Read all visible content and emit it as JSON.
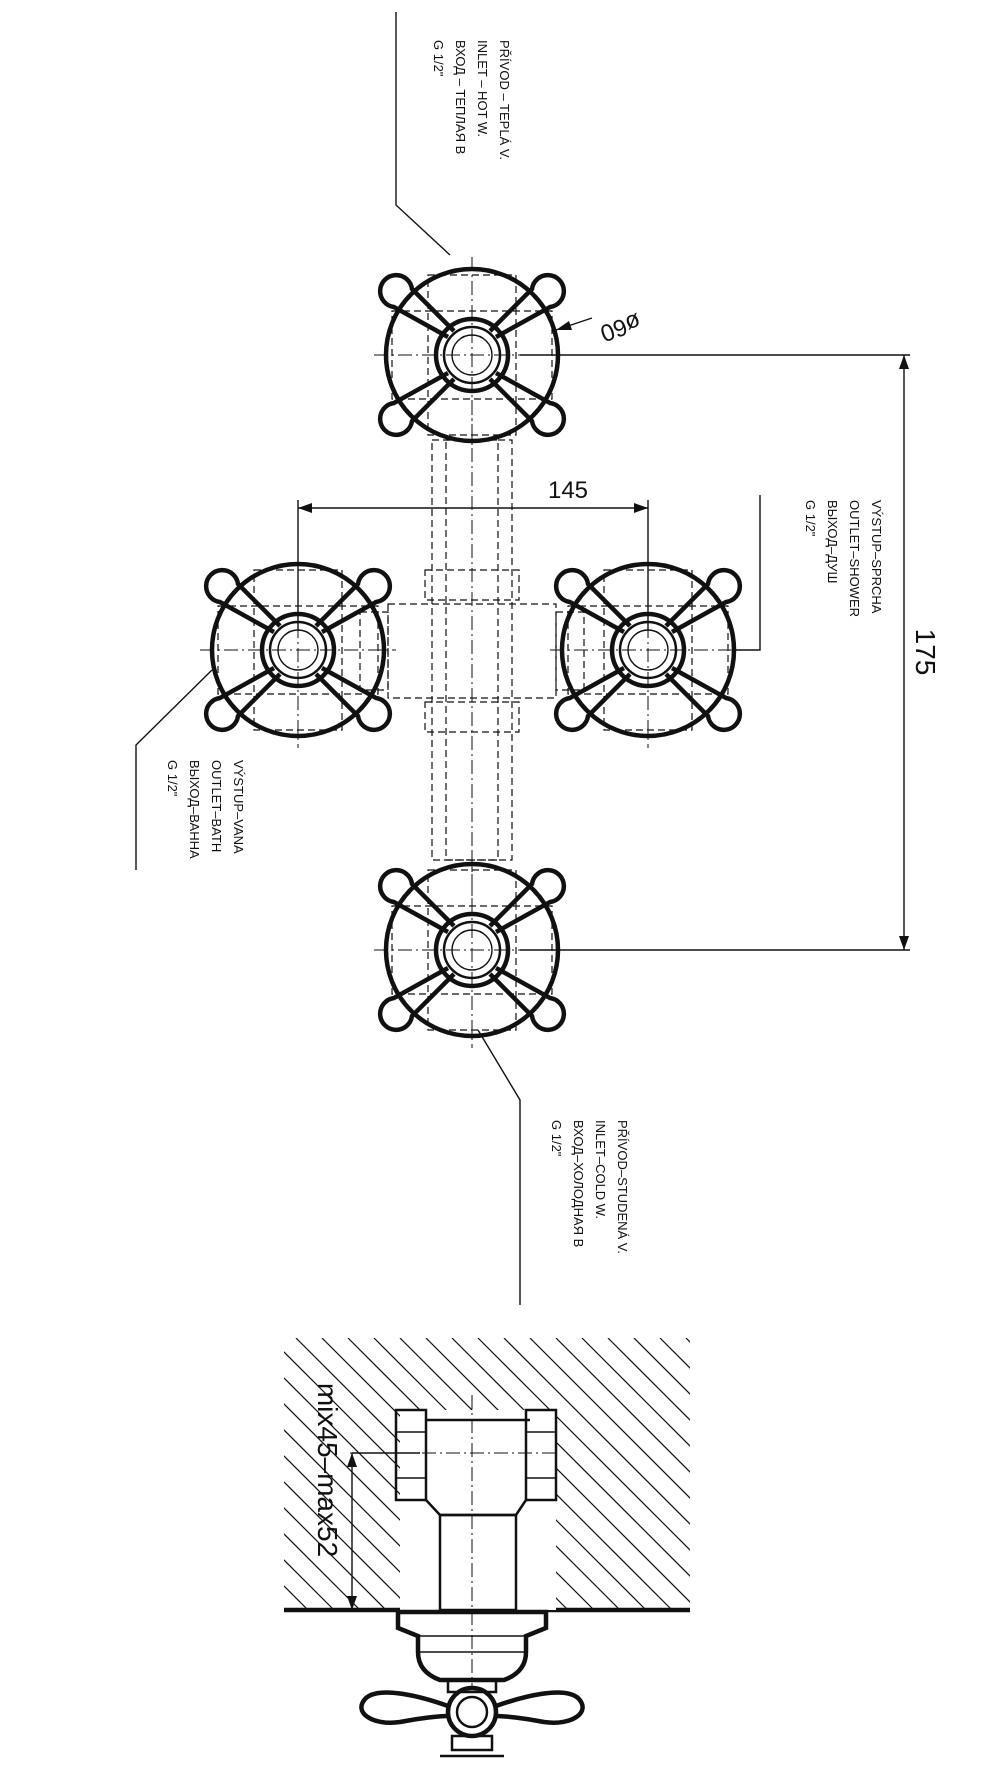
{
  "labels": {
    "hot_inlet": [
      "PŘÍVOD – TEPLÁ V.",
      "INLET – HOT W.",
      "ВХОД – ТЕПЛАЯ В",
      "G 1/2\""
    ],
    "cold_inlet": [
      "PŘÍVOD–STUDENÁ V.",
      "INLET–COLD W.",
      "ВХОД–ХОЛОДНАЯ В",
      "G 1/2\""
    ],
    "shower_outlet": [
      "VÝSTUP–SPRCHA",
      "OUTLET–SHOWER",
      "ВЫХОД–ДУШ",
      "G 1/2\""
    ],
    "bath_outlet": [
      "VÝSTUP–VANA",
      "OUTLET–BATH",
      "ВЫХОД–ВАННА",
      "G 1/2\""
    ]
  },
  "dimensions": {
    "diameter": "ø60",
    "horizontal": "145",
    "vertical": "175",
    "wall_depth": "mix45–max52"
  }
}
